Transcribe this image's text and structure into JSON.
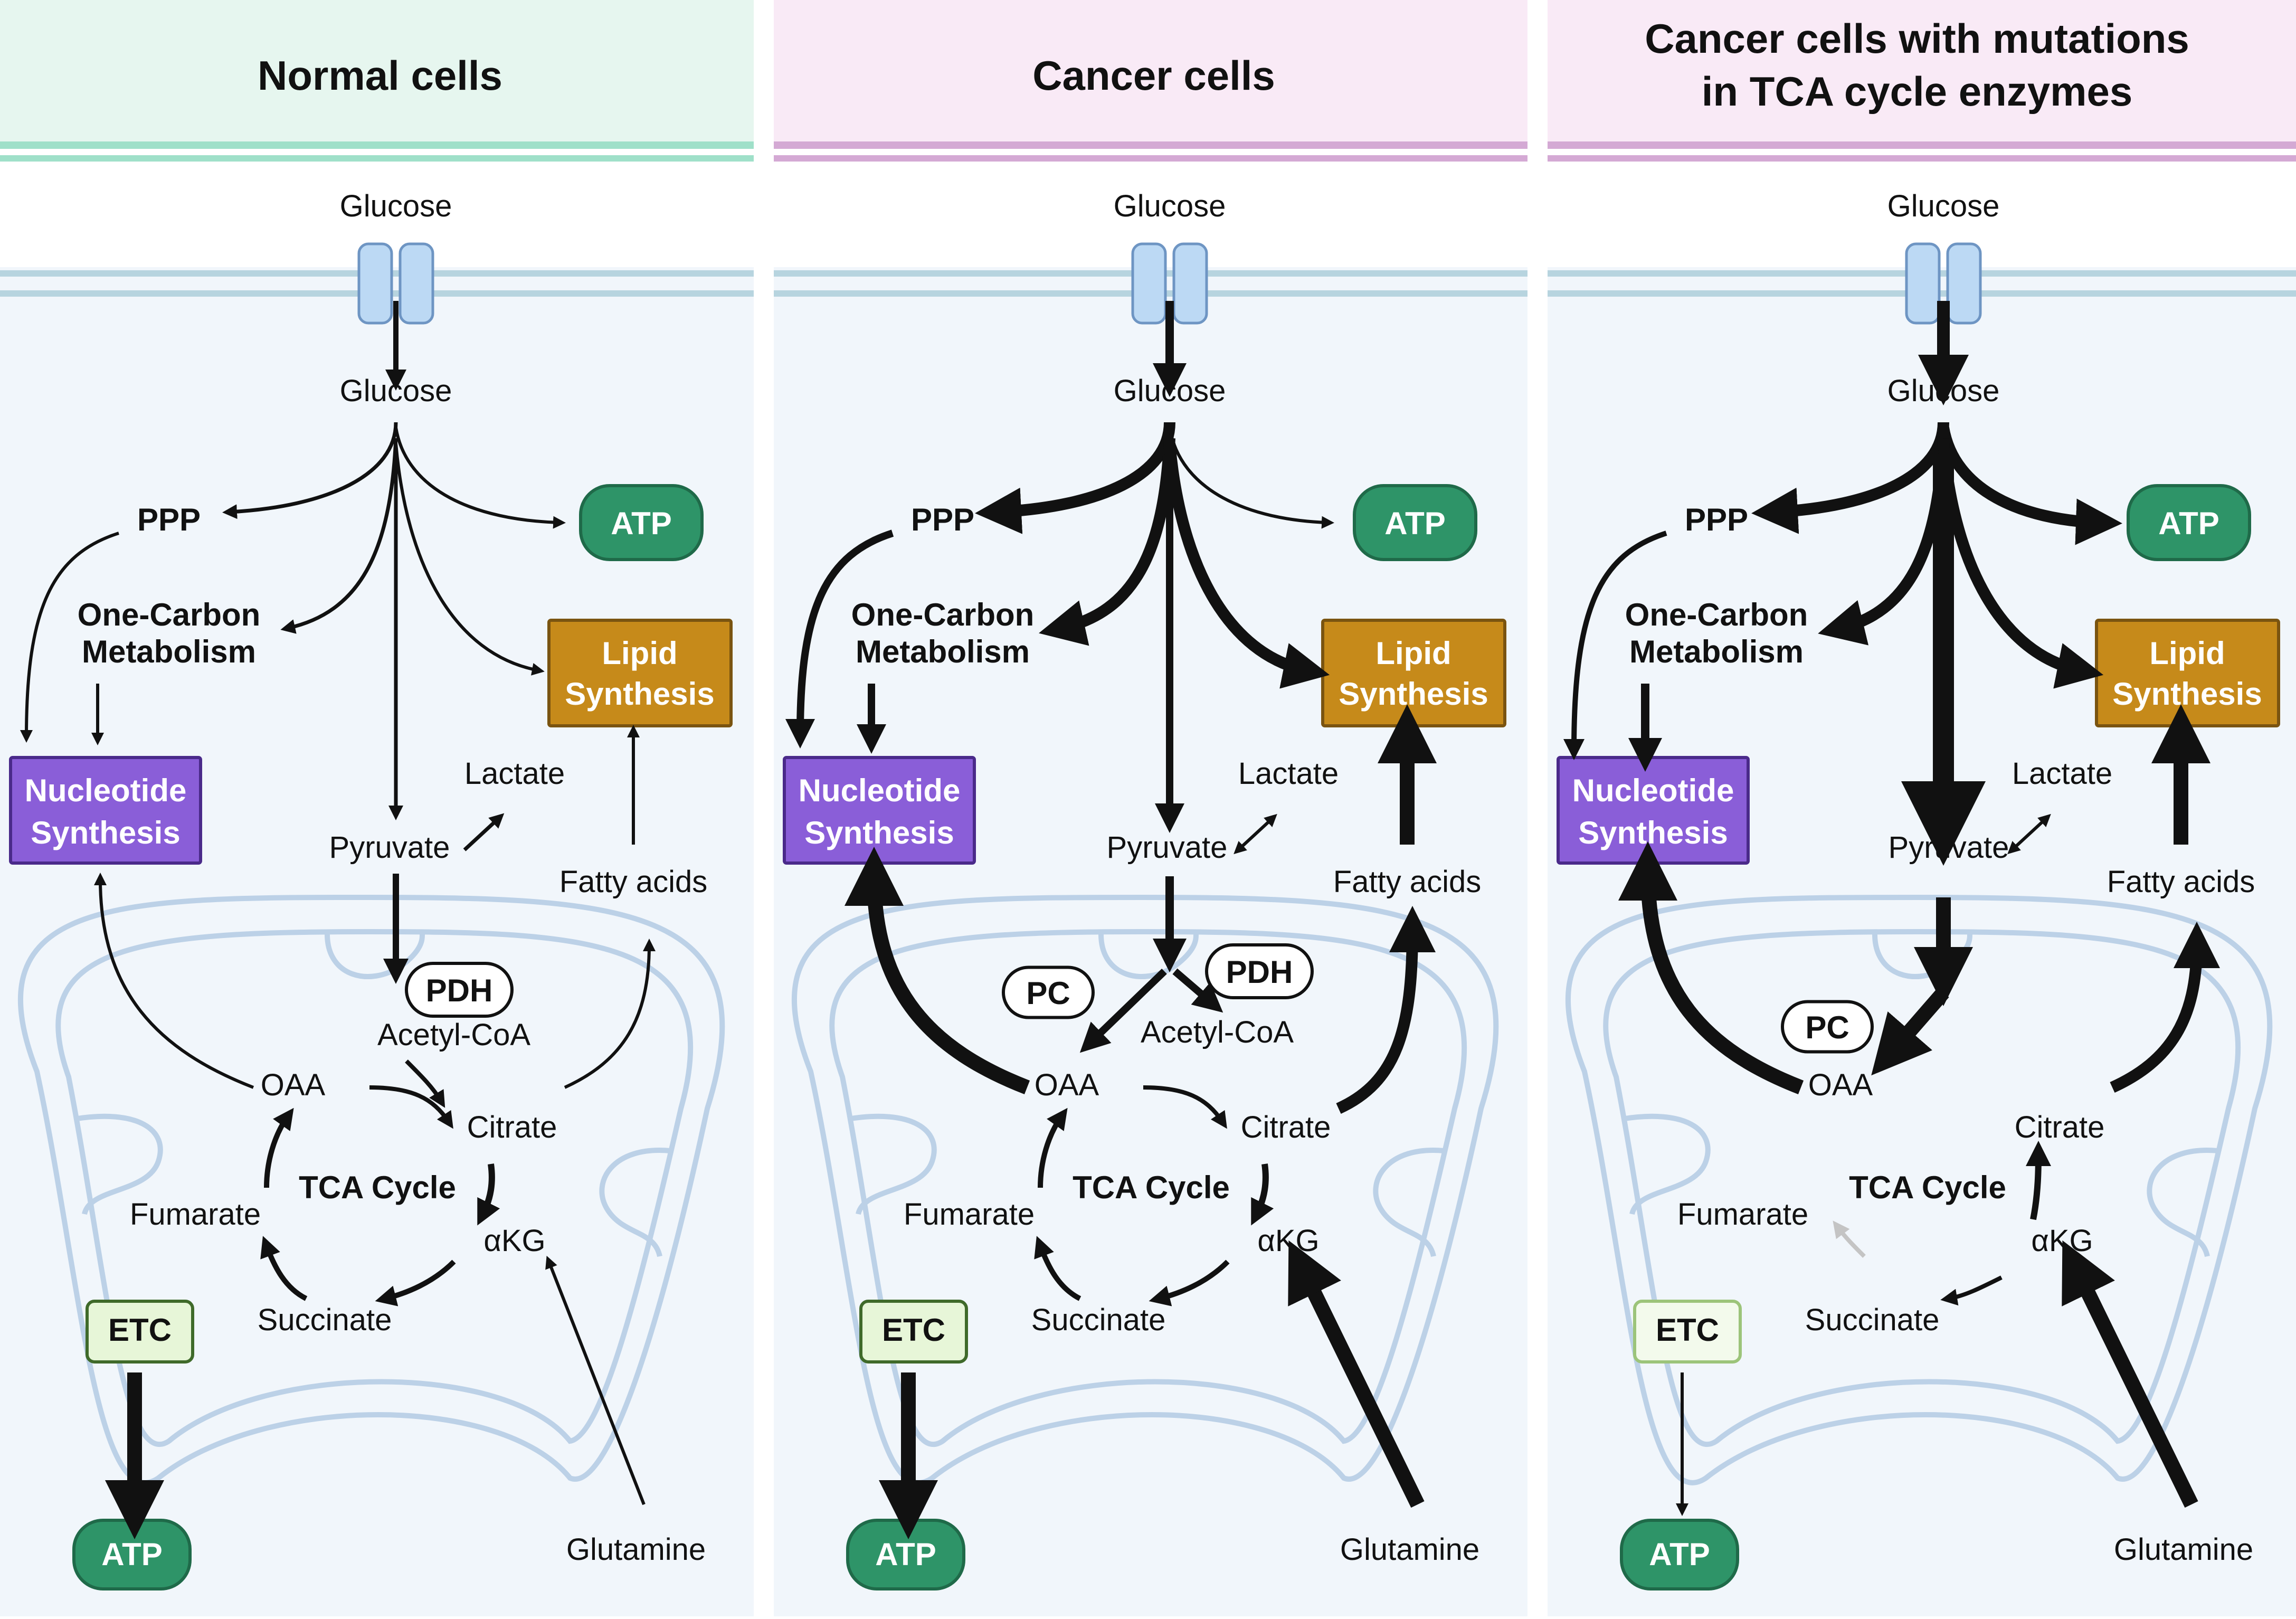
{
  "colors": {
    "normal_header": "#e6f6ef",
    "cancer_header": "#f9eaf6",
    "normal_band": "#9fe0c9",
    "cancer_band": "#d4a9d4",
    "cytoplasm": "#f1f6fb",
    "membrane": "#b7d4df",
    "channel": "#bcd9f4",
    "atp_box": "#2e9468",
    "lipid_box": "#c68a1a",
    "nucleotide_box": "#8a5ed8",
    "etc_box": "#e7f6d8",
    "mito_line": "#bcd1e7"
  },
  "panels": [
    {
      "title": [
        "Normal cells"
      ],
      "glucose_out": "Glucose",
      "glucose_in": "Glucose",
      "ppp": "PPP",
      "one_carbon": [
        "One-Carbon",
        "Metabolism"
      ],
      "atp_top": "ATP",
      "lipid": [
        "Lipid",
        "Synthesis"
      ],
      "nucleotide": [
        "Nucleotide",
        "Synthesis"
      ],
      "lactate": "Lactate",
      "pyruvate": "Pyruvate",
      "fatty_acids": "Fatty acids",
      "pdh": "PDH",
      "acetyl_coa": "Acetyl-CoA",
      "oaa": "OAA",
      "citrate": "Citrate",
      "tca": "TCA Cycle",
      "fumarate": "Fumarate",
      "akg": "αKG",
      "succinate": "Succinate",
      "etc": "ETC",
      "atp_bottom": "ATP",
      "glutamine": "Glutamine"
    },
    {
      "title": [
        "Cancer cells"
      ],
      "glucose_out": "Glucose",
      "glucose_in": "Glucose",
      "ppp": "PPP",
      "one_carbon": [
        "One-Carbon",
        "Metabolism"
      ],
      "atp_top": "ATP",
      "lipid": [
        "Lipid",
        "Synthesis"
      ],
      "nucleotide": [
        "Nucleotide",
        "Synthesis"
      ],
      "lactate": "Lactate",
      "pyruvate": "Pyruvate",
      "fatty_acids": "Fatty acids",
      "pc": "PC",
      "pdh": "PDH",
      "acetyl_coa": "Acetyl-CoA",
      "oaa": "OAA",
      "citrate": "Citrate",
      "tca": "TCA Cycle",
      "fumarate": "Fumarate",
      "akg": "αKG",
      "succinate": "Succinate",
      "etc": "ETC",
      "atp_bottom": "ATP",
      "glutamine": "Glutamine"
    },
    {
      "title": [
        "Cancer cells with mutations",
        "in TCA cycle enzymes"
      ],
      "glucose_out": "Glucose",
      "glucose_in": "Glucose",
      "ppp": "PPP",
      "one_carbon": [
        "One-Carbon",
        "Metabolism"
      ],
      "atp_top": "ATP",
      "lipid": [
        "Lipid",
        "Synthesis"
      ],
      "nucleotide": [
        "Nucleotide",
        "Synthesis"
      ],
      "lactate": "Lactate",
      "pyruvate": "Pyruvate",
      "fatty_acids": "Fatty acids",
      "pc": "PC",
      "oaa": "OAA",
      "citrate": "Citrate",
      "tca": "TCA Cycle",
      "fumarate": "Fumarate",
      "akg": "αKG",
      "succinate": "Succinate",
      "etc": "ETC",
      "atp_bottom": "ATP",
      "glutamine": "Glutamine"
    }
  ]
}
